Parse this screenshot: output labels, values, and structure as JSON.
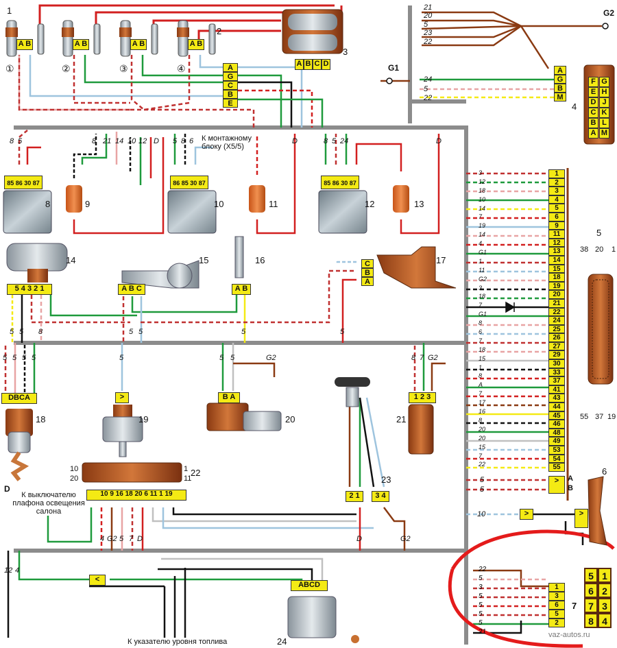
{
  "title": "",
  "components": [
    {
      "id": "1",
      "label": "1"
    },
    {
      "id": "2",
      "label": "2"
    },
    {
      "id": "3",
      "label": "3"
    },
    {
      "id": "4",
      "label": "4"
    },
    {
      "id": "5",
      "label": "5"
    },
    {
      "id": "6",
      "label": "6"
    },
    {
      "id": "7",
      "label": "7"
    },
    {
      "id": "8",
      "label": "8"
    },
    {
      "id": "9",
      "label": "9"
    },
    {
      "id": "10",
      "label": "10"
    },
    {
      "id": "11",
      "label": "11"
    },
    {
      "id": "12",
      "label": "12"
    },
    {
      "id": "13",
      "label": "13"
    },
    {
      "id": "14",
      "label": "14"
    },
    {
      "id": "15",
      "label": "15"
    },
    {
      "id": "16",
      "label": "16"
    },
    {
      "id": "17",
      "label": "17"
    },
    {
      "id": "18",
      "label": "18"
    },
    {
      "id": "19",
      "label": "19"
    },
    {
      "id": "20",
      "label": "20"
    },
    {
      "id": "21",
      "label": "21"
    },
    {
      "id": "22",
      "label": "22"
    },
    {
      "id": "23",
      "label": "23"
    },
    {
      "id": "24",
      "label": "24"
    }
  ],
  "injectors": [
    "①",
    "②",
    "③",
    "④"
  ],
  "grounds": {
    "g1": "G1",
    "g2": "G2"
  },
  "connector_mid": [
    "A",
    "G",
    "C",
    "B",
    "E"
  ],
  "connector3_pins": [
    "A",
    "B",
    "C",
    "D"
  ],
  "connector4_pins": [
    "A",
    "G",
    "B",
    "M"
  ],
  "connector4_wires": [
    "24",
    "5",
    "22"
  ],
  "connector4_block": [
    [
      "F",
      "G"
    ],
    [
      "E",
      "H"
    ],
    [
      "D",
      "J"
    ],
    [
      "C",
      "K"
    ],
    [
      "B",
      "L"
    ],
    [
      "A",
      "M"
    ]
  ],
  "top_right_wires": [
    "21",
    "20",
    "5",
    "23",
    "22"
  ],
  "ecu_pins": [
    "1",
    "2",
    "3",
    "4",
    "5",
    "6",
    "9",
    "11",
    "12",
    "13",
    "14",
    "15",
    "18",
    "19",
    "20",
    "21",
    "22",
    "24",
    "25",
    "26",
    "27",
    "29",
    "30",
    "33",
    "37",
    "41",
    "43",
    "44",
    "45",
    "46",
    "48",
    "49",
    "53",
    "54",
    "55"
  ],
  "ecu_wires": [
    "3",
    "12",
    "18",
    "10",
    "14",
    "7",
    "19",
    "14",
    "4",
    "G1",
    "1",
    "11",
    "G2",
    "3",
    "18",
    "7",
    "G1",
    "8",
    "6",
    "7",
    "18",
    "15",
    "1",
    "8",
    "A",
    "7",
    "17",
    "16",
    "8",
    "20",
    "20",
    "15",
    "7",
    "22"
  ],
  "ecu_connector_top": [
    "38",
    "20",
    "1"
  ],
  "ecu_connector_bottom": [
    "55",
    "37",
    "19"
  ],
  "ab_pins": [
    "A",
    "B"
  ],
  "ab_wires": [
    "5",
    "5"
  ],
  "sensor6_wire": "10",
  "relay_pins": {
    "r8": [
      "85",
      "86",
      "30",
      "87"
    ],
    "r10": [
      "86",
      "85",
      "30",
      "87"
    ],
    "r12": [
      "85",
      "86",
      "30",
      "87"
    ]
  },
  "relay_wires": {
    "r8": [
      "8",
      "5"
    ],
    "r10": [
      "5",
      "8",
      "6"
    ],
    "r12": [
      "8",
      "5",
      "24"
    ]
  },
  "mid_wires_top": [
    "8",
    "21",
    "14",
    "10",
    "12",
    "D",
    "D",
    "D"
  ],
  "note_mount": "К монтажному блоку (Х5/5)",
  "c14_pins": [
    "5",
    "4",
    "3",
    "2",
    "1"
  ],
  "c15_pins": [
    "A",
    "B",
    "C"
  ],
  "c16_pins": [
    "A",
    "B"
  ],
  "c17_pins": [
    "C",
    "B",
    "A"
  ],
  "row2_wires": [
    "5",
    "5",
    "8",
    "5",
    "5",
    "5",
    "5"
  ],
  "c18_pins": [
    "D",
    "B",
    "C",
    "A"
  ],
  "c18_wires": [
    "5",
    "5",
    "5",
    "5"
  ],
  "c19_wire": "5",
  "c20_pins": [
    "B",
    "A"
  ],
  "c20_wires": [
    "5",
    "5",
    "G2"
  ],
  "c21_pins": [
    "1",
    "2",
    "3"
  ],
  "c21_wires": [
    "8",
    "7",
    "G2"
  ],
  "c22_row1": [
    "10",
    "1"
  ],
  "c22_row2": [
    "20",
    "11"
  ],
  "c22_pins": [
    "10",
    "9",
    "16",
    "18",
    "20",
    "6",
    "11",
    "1",
    "19"
  ],
  "c22_wires": [
    "4",
    "G2",
    "5",
    "7",
    "D"
  ],
  "c23_pins": [
    "2",
    "1",
    "3",
    "4"
  ],
  "c23_wires": [
    "D",
    "G2"
  ],
  "note_lamp": "К выключателю плафона освещения салона",
  "d_label": "D",
  "bottom_wires": [
    "12",
    "4"
  ],
  "c24_pins": [
    "A",
    "B",
    "C",
    "D"
  ],
  "note_fuel": "К указателю уровня топлива",
  "c7_wires": [
    "22",
    "5",
    "3",
    "5",
    "5",
    "5",
    "5",
    "21"
  ],
  "c7_pins": [
    "1",
    "3",
    "6",
    "5",
    "2"
  ],
  "c7_block": [
    [
      "5",
      "1"
    ],
    [
      "6",
      "2"
    ],
    [
      "7",
      "3"
    ],
    [
      "8",
      "4"
    ]
  ],
  "watermark": "vaz-autos.ru"
}
